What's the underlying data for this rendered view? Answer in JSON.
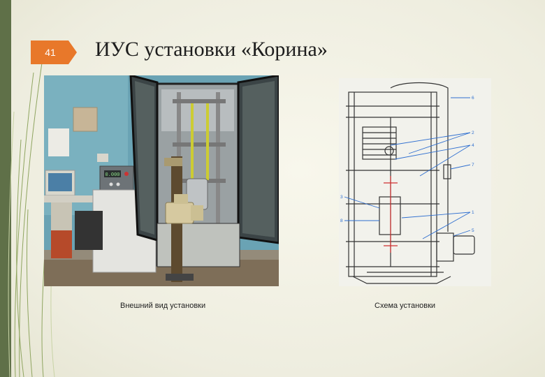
{
  "slide": {
    "number": "41",
    "title": "ИУС установки «Корина»",
    "colors": {
      "accent": "#e8782a",
      "frame_bar": "#5f7048",
      "decor_lines": "#8fa560"
    }
  },
  "photo": {
    "caption": "Внешний вид установки",
    "panel_display": "0.000"
  },
  "scheme": {
    "caption": "Схема установки",
    "callouts": [
      "6",
      "2",
      "4",
      "7",
      "3",
      "1",
      "8",
      "5"
    ]
  }
}
